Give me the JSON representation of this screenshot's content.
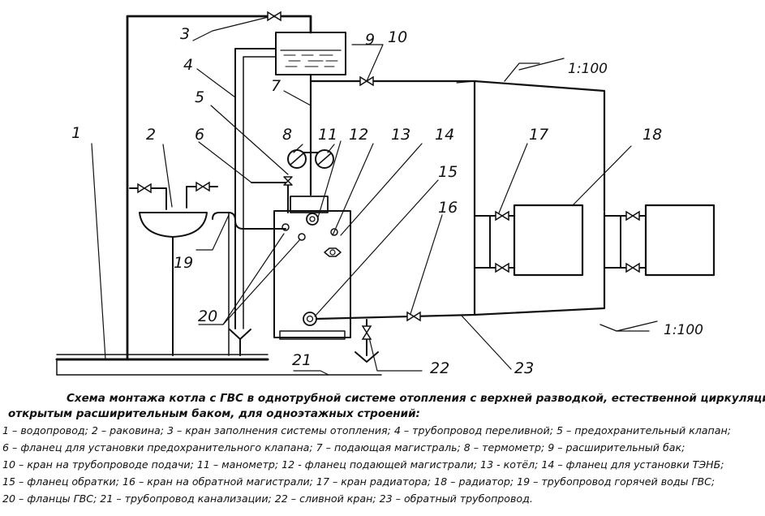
{
  "diagram": {
    "callouts": [
      "1",
      "2",
      "3",
      "4",
      "5",
      "6",
      "7",
      "8",
      "9",
      "10",
      "11",
      "12",
      "13",
      "14",
      "15",
      "16",
      "17",
      "18",
      "19",
      "20",
      "21",
      "22",
      "23"
    ],
    "scale_top": "1:100",
    "scale_bottom": "1:100"
  },
  "caption": {
    "title_line1": "Схема монтажа котла с ГВС в однотрубной системе отопления с верхней разводкой, естественной циркуляцией,",
    "title_line2": "открытым расширительным баком,  для одноэтажных строений:",
    "legend": [
      "1 – водопровод;  2 – раковина;  3 – кран заполнения системы отопления; 4 – трубопровод переливной; 5 – предохранительный клапан;",
      "6 – фланец для установки предохранительного клапана; 7 – подающая магистраль;  8 – термометр;  9 – расширительный бак;",
      "10 – кран на трубопроводе подачи;  11 – манометр;  12 - фланец подающей магистрали;  13 - котёл;  14 – фланец для установки ТЭНБ;",
      "15 – фланец обратки; 16 – кран на обратной магистрали; 17 – кран радиатора; 18 – радиатор;   19 – трубопровод горячей воды ГВС;",
      "20 – фланцы ГВС;  21 – трубопровод канализации;  22 – сливной кран;  23 – обратный трубопровод."
    ]
  }
}
